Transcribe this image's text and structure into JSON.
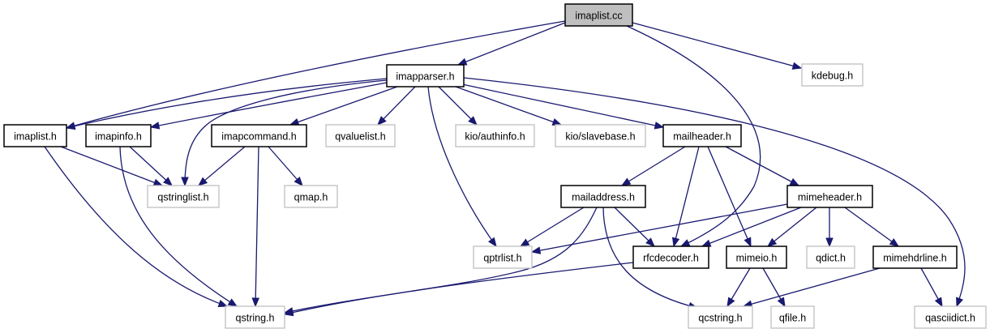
{
  "graph": {
    "title": "Include dependency graph for imaplist.cc",
    "colors": {
      "edge": "#191970",
      "main_fill": "#bfbfbf",
      "local_border": "#000000",
      "external_border": "#bfbfbf"
    },
    "nodes": [
      {
        "id": "imaplist_cc",
        "label": "imaplist.cc",
        "kind": "main"
      },
      {
        "id": "imapparser_h",
        "label": "imapparser.h",
        "kind": "local"
      },
      {
        "id": "kdebug_h",
        "label": "kdebug.h",
        "kind": "external"
      },
      {
        "id": "imaplist_h",
        "label": "imaplist.h",
        "kind": "local"
      },
      {
        "id": "imapinfo_h",
        "label": "imapinfo.h",
        "kind": "local"
      },
      {
        "id": "imapcommand_h",
        "label": "imapcommand.h",
        "kind": "local"
      },
      {
        "id": "qvaluelist_h",
        "label": "qvaluelist.h",
        "kind": "external"
      },
      {
        "id": "kio_authinfo_h",
        "label": "kio/authinfo.h",
        "kind": "external"
      },
      {
        "id": "kio_slavebase_h",
        "label": "kio/slavebase.h",
        "kind": "external"
      },
      {
        "id": "mailheader_h",
        "label": "mailheader.h",
        "kind": "local"
      },
      {
        "id": "qstringlist_h",
        "label": "qstringlist.h",
        "kind": "external"
      },
      {
        "id": "qmap_h",
        "label": "qmap.h",
        "kind": "external"
      },
      {
        "id": "mailaddress_h",
        "label": "mailaddress.h",
        "kind": "local"
      },
      {
        "id": "mimeheader_h",
        "label": "mimeheader.h",
        "kind": "local"
      },
      {
        "id": "qptrlist_h",
        "label": "qptrlist.h",
        "kind": "external"
      },
      {
        "id": "rfcdecoder_h",
        "label": "rfcdecoder.h",
        "kind": "local"
      },
      {
        "id": "mimeio_h",
        "label": "mimeio.h",
        "kind": "local"
      },
      {
        "id": "qdict_h",
        "label": "qdict.h",
        "kind": "external"
      },
      {
        "id": "mimehdrline_h",
        "label": "mimehdrline.h",
        "kind": "local"
      },
      {
        "id": "qstring_h",
        "label": "qstring.h",
        "kind": "external"
      },
      {
        "id": "qcstring_h",
        "label": "qcstring.h",
        "kind": "external"
      },
      {
        "id": "qfile_h",
        "label": "qfile.h",
        "kind": "external"
      },
      {
        "id": "qasciidict_h",
        "label": "qasciidict.h",
        "kind": "external"
      }
    ],
    "edges": [
      {
        "from": "imaplist_cc",
        "to": "imapparser_h"
      },
      {
        "from": "imaplist_cc",
        "to": "imaplist_h"
      },
      {
        "from": "imaplist_cc",
        "to": "kdebug_h"
      },
      {
        "from": "imaplist_cc",
        "to": "rfcdecoder_h"
      },
      {
        "from": "imapparser_h",
        "to": "imaplist_h"
      },
      {
        "from": "imapparser_h",
        "to": "imapinfo_h"
      },
      {
        "from": "imapparser_h",
        "to": "qstringlist_h"
      },
      {
        "from": "imapparser_h",
        "to": "imapcommand_h"
      },
      {
        "from": "imapparser_h",
        "to": "qvaluelist_h"
      },
      {
        "from": "imapparser_h",
        "to": "qptrlist_h"
      },
      {
        "from": "imapparser_h",
        "to": "kio_authinfo_h"
      },
      {
        "from": "imapparser_h",
        "to": "kio_slavebase_h"
      },
      {
        "from": "imapparser_h",
        "to": "mailheader_h"
      },
      {
        "from": "imapparser_h",
        "to": "qasciidict_h"
      },
      {
        "from": "imaplist_h",
        "to": "qstringlist_h"
      },
      {
        "from": "imaplist_h",
        "to": "qstring_h"
      },
      {
        "from": "imapinfo_h",
        "to": "qstringlist_h"
      },
      {
        "from": "imapinfo_h",
        "to": "qstring_h"
      },
      {
        "from": "imapcommand_h",
        "to": "qstringlist_h"
      },
      {
        "from": "imapcommand_h",
        "to": "qstring_h"
      },
      {
        "from": "imapcommand_h",
        "to": "qmap_h"
      },
      {
        "from": "mailheader_h",
        "to": "mailaddress_h"
      },
      {
        "from": "mailheader_h",
        "to": "rfcdecoder_h"
      },
      {
        "from": "mailheader_h",
        "to": "mimeio_h"
      },
      {
        "from": "mailheader_h",
        "to": "mimeheader_h"
      },
      {
        "from": "mailaddress_h",
        "to": "qptrlist_h"
      },
      {
        "from": "mailaddress_h",
        "to": "qstring_h"
      },
      {
        "from": "mailaddress_h",
        "to": "rfcdecoder_h"
      },
      {
        "from": "mailaddress_h",
        "to": "qcstring_h"
      },
      {
        "from": "mimeheader_h",
        "to": "qptrlist_h"
      },
      {
        "from": "mimeheader_h",
        "to": "rfcdecoder_h"
      },
      {
        "from": "mimeheader_h",
        "to": "mimeio_h"
      },
      {
        "from": "mimeheader_h",
        "to": "qdict_h"
      },
      {
        "from": "mimeheader_h",
        "to": "mimehdrline_h"
      },
      {
        "from": "rfcdecoder_h",
        "to": "qstring_h"
      },
      {
        "from": "mimeio_h",
        "to": "qcstring_h"
      },
      {
        "from": "mimeio_h",
        "to": "qfile_h"
      },
      {
        "from": "mimehdrline_h",
        "to": "qcstring_h"
      },
      {
        "from": "mimehdrline_h",
        "to": "qasciidict_h"
      }
    ]
  }
}
